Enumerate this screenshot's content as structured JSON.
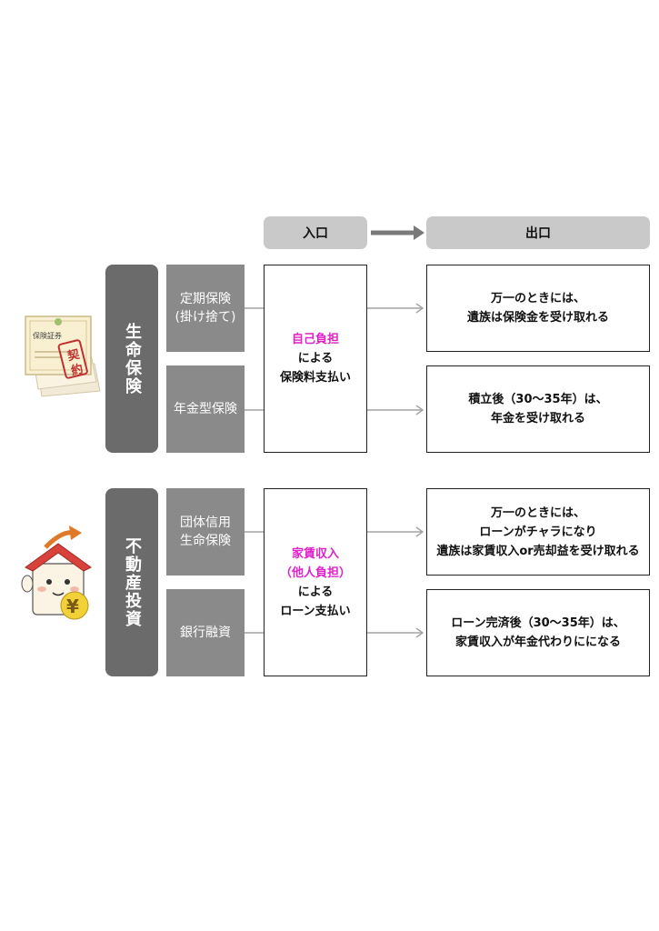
{
  "headers": {
    "entry": "入口",
    "exit": "出口"
  },
  "colors": {
    "highlight": "#e020c8",
    "category_bg": "#6b6b6b",
    "sub_bg": "#8a8a8a",
    "header_bg": "#c9c9c9",
    "connector": "#9a9a9a"
  },
  "sections": [
    {
      "category": "生命保険",
      "icon": "insurance-certificate-icon",
      "icon_lines": [
        "保険証券",
        "契",
        "約"
      ],
      "types": [
        "定期保険\n(掛け捨て)",
        "年金型保険"
      ],
      "entry_lines": [
        {
          "text": "自己負担",
          "highlight": true
        },
        {
          "text": "による",
          "highlight": false
        },
        {
          "text": "保険料支払い",
          "highlight": false
        }
      ],
      "exits": [
        [
          "万一のときには、",
          "遺族は保険金を受け取れる"
        ],
        [
          "積立後（30～35年）は、",
          "年金を受け取れる"
        ]
      ]
    },
    {
      "category": "不動産投資",
      "icon": "house-yen-icon",
      "icon_lines": [
        "¥"
      ],
      "types": [
        "団体信用\n生命保険",
        "銀行融資"
      ],
      "entry_lines": [
        {
          "text": "家賃収入",
          "highlight": true
        },
        {
          "text": "（他人負担）",
          "highlight": true
        },
        {
          "text": "による",
          "highlight": false
        },
        {
          "text": "ローン支払い",
          "highlight": false
        }
      ],
      "exits": [
        [
          "万一のときには、",
          "ローンがチャラになり",
          "遺族は家賃収入or売却益を受け取れる"
        ],
        [
          "ローン完済後（30～35年）は、",
          "家賃収入が年金代わりにになる"
        ]
      ]
    }
  ]
}
